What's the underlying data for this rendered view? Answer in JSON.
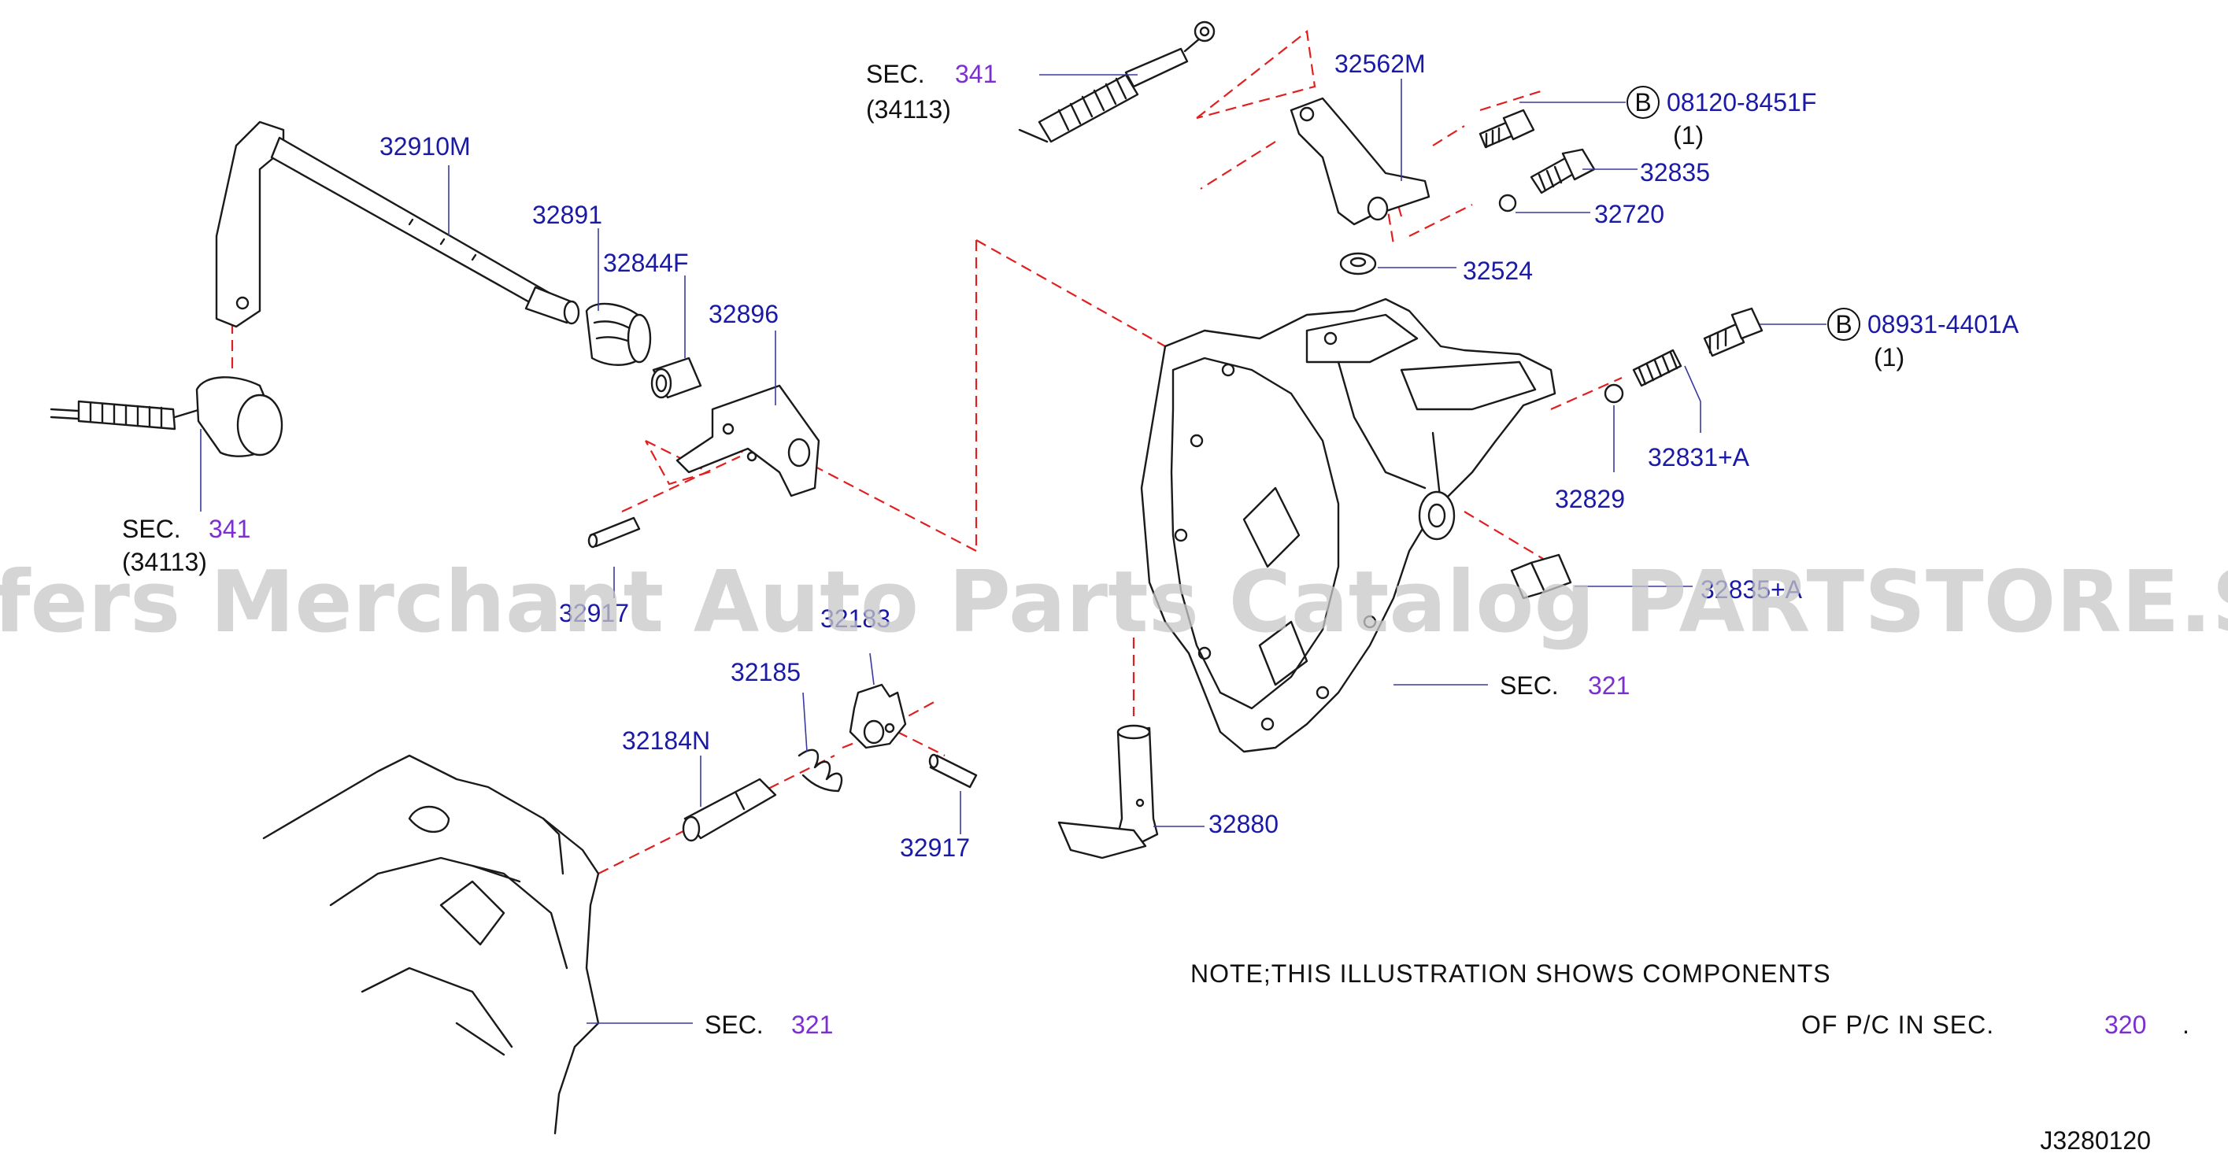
{
  "diagram_code": "J3280120",
  "watermark": "Offers Merchant Auto Parts Catalog PARTSTORE.SA",
  "note": {
    "line1": "NOTE;THIS   ILLUSTRATION   SHOWS   COMPONENTS",
    "line2_prefix": "OF   P/C   IN   SEC.",
    "line2_ref": "320",
    "line2_suffix": "."
  },
  "section_refs": [
    {
      "id": "sec341-top",
      "prefix": "SEC.",
      "number": "341",
      "sub": "(34113)"
    },
    {
      "id": "sec341-left",
      "prefix": "SEC.",
      "number": "341",
      "sub": "(34113)"
    },
    {
      "id": "sec321-right",
      "prefix": "SEC.",
      "number": "321"
    },
    {
      "id": "sec321-bottom",
      "prefix": "SEC.",
      "number": "321"
    }
  ],
  "bolts": [
    {
      "marker": "B",
      "part": "08120-8451F",
      "qty": "(1)"
    },
    {
      "marker": "B",
      "part": "08931-4401A",
      "qty": "(1)"
    }
  ],
  "parts": {
    "p32910M": "32910M",
    "p32891": "32891",
    "p32844F": "32844F",
    "p32896": "32896",
    "p32562M": "32562M",
    "p32835": "32835",
    "p32720": "32720",
    "p32524": "32524",
    "p32831A": "32831+A",
    "p32829": "32829",
    "p32835A": "32835+A",
    "p32917a": "32917",
    "p32183": "32183",
    "p32185": "32185",
    "p32184N": "32184N",
    "p32917b": "32917",
    "p32880": "32880"
  }
}
